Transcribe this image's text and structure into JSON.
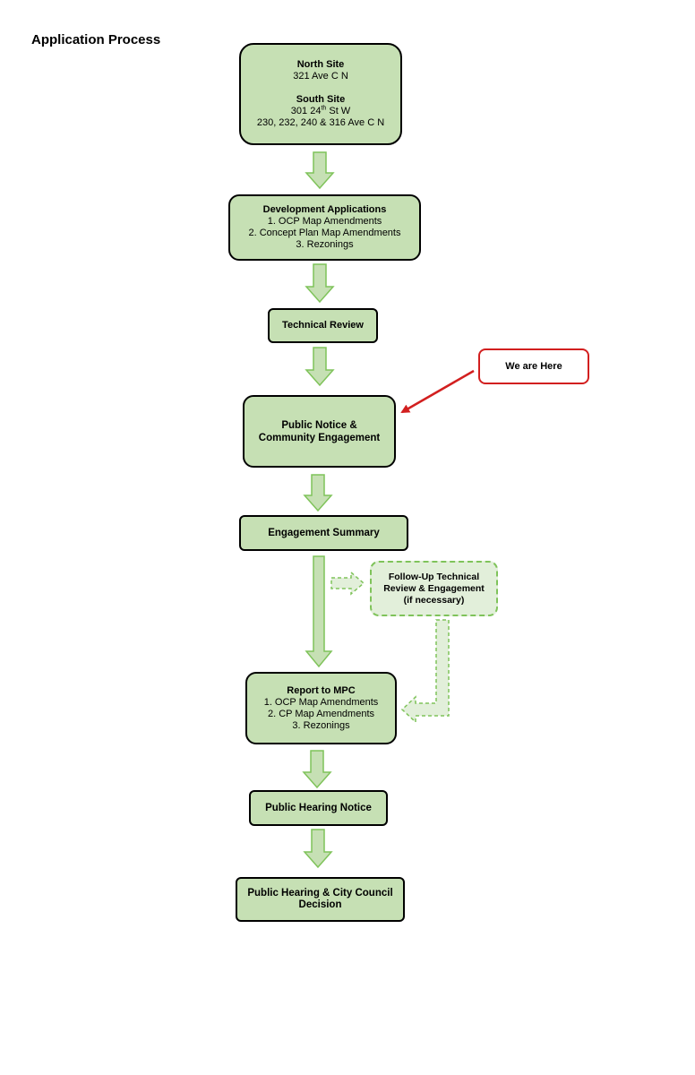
{
  "title": "Application Process",
  "north_site": {
    "heading": "North Site",
    "address": "321 Ave C N"
  },
  "south_site": {
    "heading": "South Site",
    "address_pre": "301 24",
    "address_sup": "th",
    "address_post": " St W",
    "address2": "230, 232, 240 & 316 Ave C N"
  },
  "development_applications": {
    "heading": "Development Applications",
    "items": [
      "1. OCP Map Amendments",
      "2. Concept Plan Map Amendments",
      "3. Rezonings"
    ]
  },
  "technical_review": "Technical Review",
  "public_notice": {
    "line1": "Public Notice &",
    "line2": "Community Engagement"
  },
  "callout": "We are Here",
  "engagement_summary": "Engagement Summary",
  "follow_up": {
    "line1": "Follow-Up Technical",
    "line2": "Review & Engagement",
    "line3": "(if necessary)"
  },
  "report_to_mpc": {
    "heading": "Report to MPC",
    "items": [
      "1. OCP Map Amendments",
      "2. CP Map Amendments",
      "3. Rezonings"
    ]
  },
  "public_hearing_notice": "Public Hearing Notice",
  "decision": {
    "line1": "Public Hearing & City Council",
    "line2": "Decision"
  },
  "colors": {
    "box_fill": "#c6e0b4",
    "dashed_fill": "#e2efda",
    "arrow_stroke": "#7fc35a",
    "callout_red": "#d21f1f"
  }
}
